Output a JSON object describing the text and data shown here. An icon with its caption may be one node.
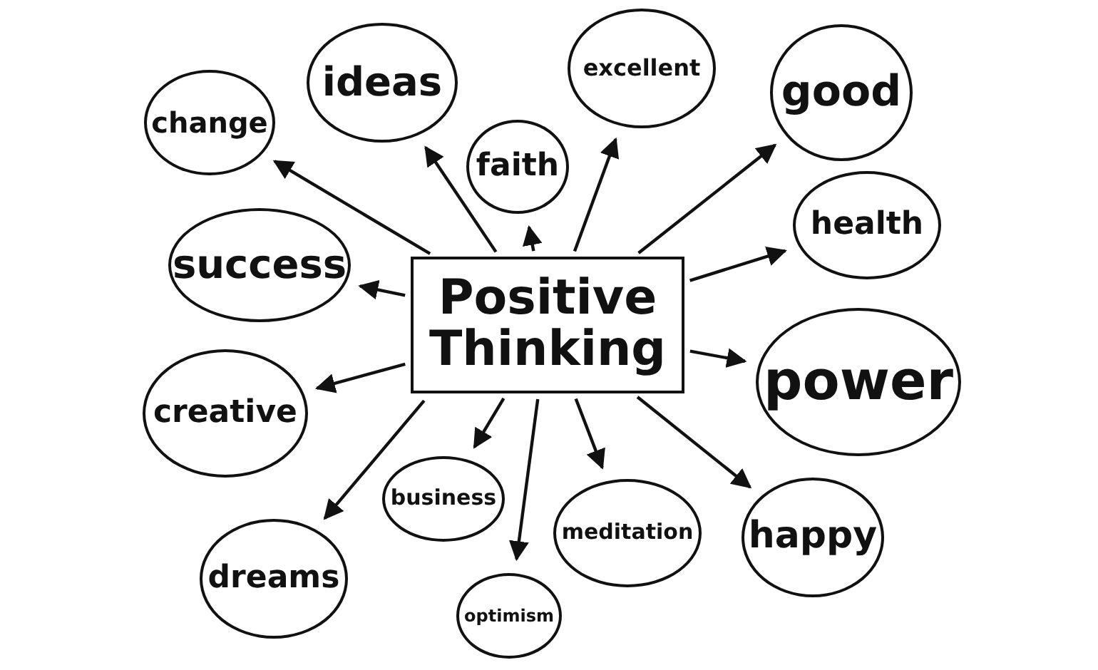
{
  "diagram": {
    "nodes": [
      {
        "text": [
          "Positive Thinking"
        ]
      },
      {
        "text": [
          "change"
        ]
      },
      {
        "text": [
          "ideas"
        ]
      },
      {
        "text": [
          "excellent"
        ]
      },
      {
        "text": [
          "good"
        ]
      },
      {
        "text": [
          "faith"
        ]
      },
      {
        "text": [
          "success"
        ]
      },
      {
        "text": [
          "health"
        ]
      },
      {
        "text": [
          "power"
        ]
      },
      {
        "text": [
          "creative"
        ]
      },
      {
        "text": [
          "business"
        ]
      },
      {
        "text": [
          "meditation"
        ]
      },
      {
        "text": [
          "happy"
        ]
      },
      {
        "text": [
          "dreams"
        ]
      },
      {
        "text": [
          "optimism"
        ]
      }
    ],
    "edges": [
      {
        "from": 0,
        "to": 1,
        "arrow": "to"
      },
      {
        "from": 0,
        "to": 2,
        "arrow": "to"
      },
      {
        "from": 0,
        "to": 3,
        "arrow": "to"
      },
      {
        "from": 0,
        "to": 4,
        "arrow": "to"
      },
      {
        "from": 0,
        "to": 5,
        "arrow": "to"
      },
      {
        "from": 0,
        "to": 6,
        "arrow": "to"
      },
      {
        "from": 0,
        "to": 7,
        "arrow": "to"
      },
      {
        "from": 0,
        "to": 8,
        "arrow": "to"
      },
      {
        "from": 0,
        "to": 9,
        "arrow": "to"
      },
      {
        "from": 0,
        "to": 10,
        "arrow": "to"
      },
      {
        "from": 0,
        "to": 11,
        "arrow": "to"
      },
      {
        "from": 0,
        "to": 12,
        "arrow": "to"
      },
      {
        "from": 0,
        "to": 13,
        "arrow": "to"
      },
      {
        "from": 0,
        "to": 14,
        "arrow": "to"
      }
    ]
  }
}
